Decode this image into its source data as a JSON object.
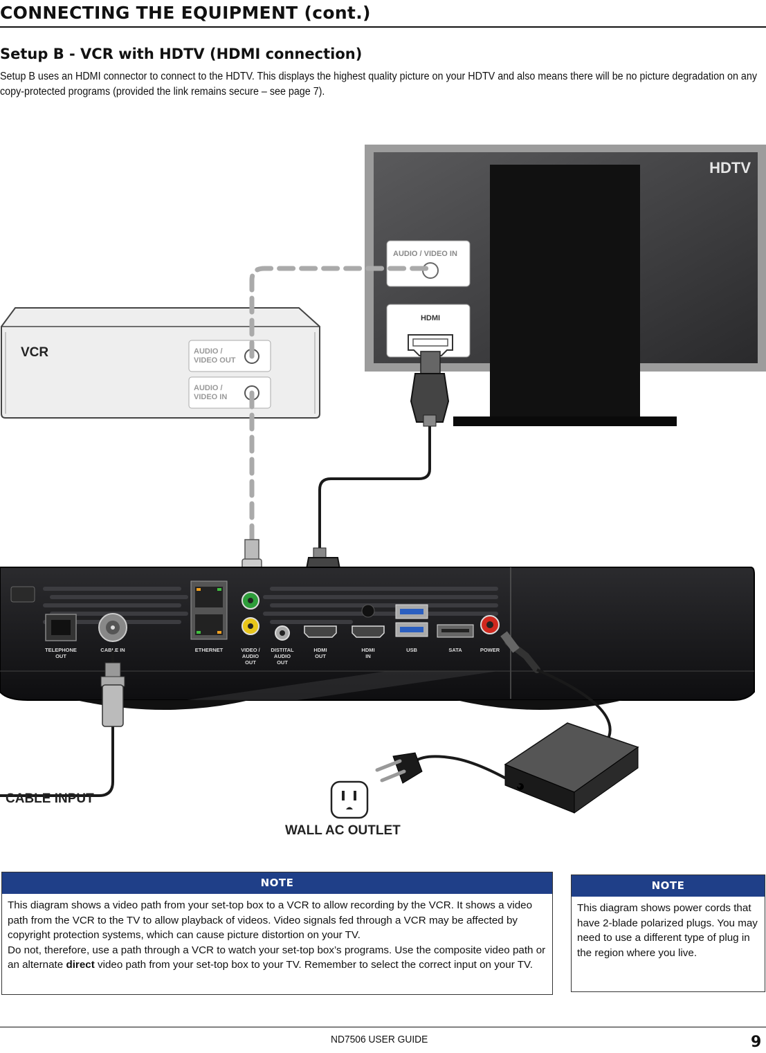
{
  "header": {
    "title": "CONNECTING THE EQUIPMENT (cont.)",
    "section": "Setup B - VCR with HDTV  (HDMI connection)"
  },
  "intro": "Setup B uses an HDMI connector to connect to the HDTV. This displays the highest quality picture on your HDTV and also means there will be no picture degradation on any copy-protected programs (provided the link remains secure – see page 7).",
  "diagram": {
    "hdtv": {
      "label": "HDTV",
      "av_in": "AUDIO / VIDEO IN",
      "hdmi": "HDMI"
    },
    "vcr": {
      "label": "VCR",
      "av_out_1": "AUDIO /",
      "av_out_2": "VIDEO OUT",
      "av_in_1": "AUDIO /",
      "av_in_2": "VIDEO IN"
    },
    "stb_ports": {
      "telephone_1": "TELEPHONE",
      "telephone_2": "OUT",
      "cable_in": "CABLE IN",
      "ethernet": "ETHERNET",
      "video_1": "VIDEO /",
      "video_2": "AUDIO",
      "video_3": "OUT",
      "digital_1": "DISTITAL",
      "digital_2": "AUDIO",
      "digital_3": "OUT",
      "hdmi_out_1": "HDMI",
      "hdmi_out_2": "OUT",
      "hdmi_in_1": "HDMI",
      "hdmi_in_2": "IN",
      "usb": "USB",
      "sata": "SATA",
      "power": "POWER"
    },
    "cable_input": "CABLE INPUT",
    "wall_outlet": "WALL AC OUTLET"
  },
  "notes": {
    "left": {
      "heading": "NOTE",
      "line1": "This diagram shows a video path from your set-top box to a VCR to allow recording by the VCR.  It shows a video path from the VCR to the TV to allow playback of videos.  Video signals fed through a VCR may be affected by copyright protection systems, which can cause picture distortion on your TV.",
      "line2_pre": "Do not, therefore, use a path through a VCR to watch your set-top box’s programs. Use the composite video path or an alternate ",
      "line2_bold": "direct",
      "line2_post": " video path from your set-top box to your TV.  Remember to select the correct input on your TV."
    },
    "right": {
      "heading": "NOTE",
      "body": "This diagram shows power cords that have 2-blade polarized plugs. You may need to use a different type of plug in the region where you live."
    }
  },
  "footer": {
    "guide": "ND7506 USER GUIDE",
    "page": "9"
  },
  "colors": {
    "note_header": "#1f3f88",
    "device_dark": "#1c1c1e"
  }
}
